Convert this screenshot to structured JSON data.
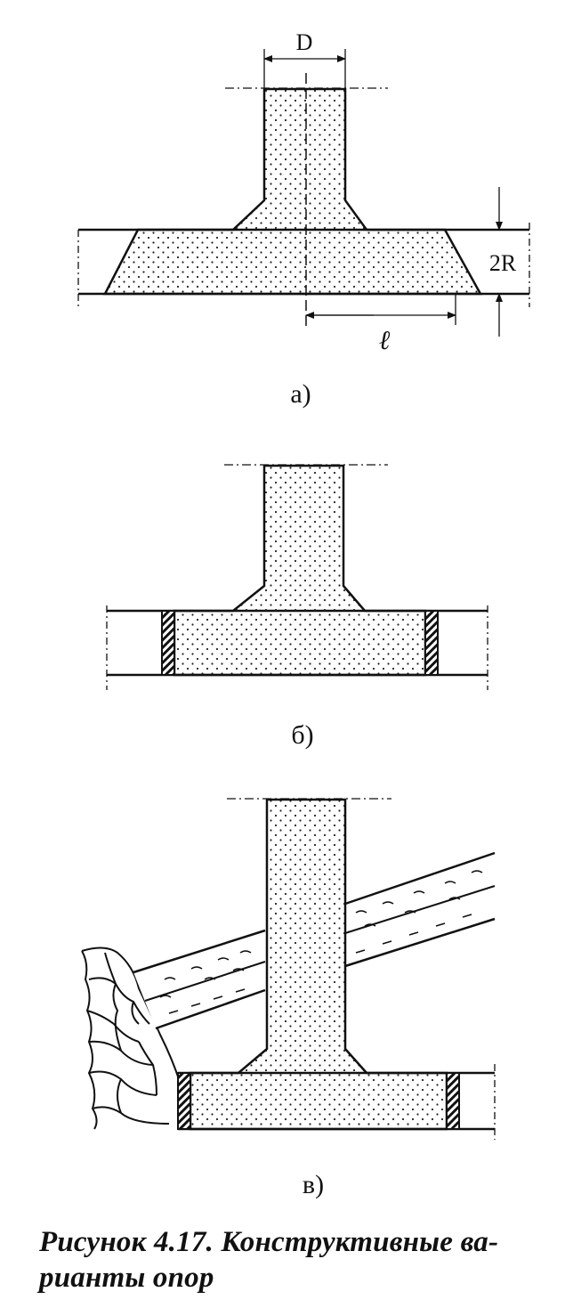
{
  "figure": {
    "panel_a": {
      "label": "а)",
      "dim_diameter": "D",
      "dim_length": "ℓ",
      "dim_height": "2R"
    },
    "panel_b": {
      "label": "б)"
    },
    "panel_c": {
      "label": "в)"
    }
  },
  "caption": {
    "lines": [
      "Рисунок 4.17. Конструктивные ва-",
      "рианты опор"
    ]
  }
}
